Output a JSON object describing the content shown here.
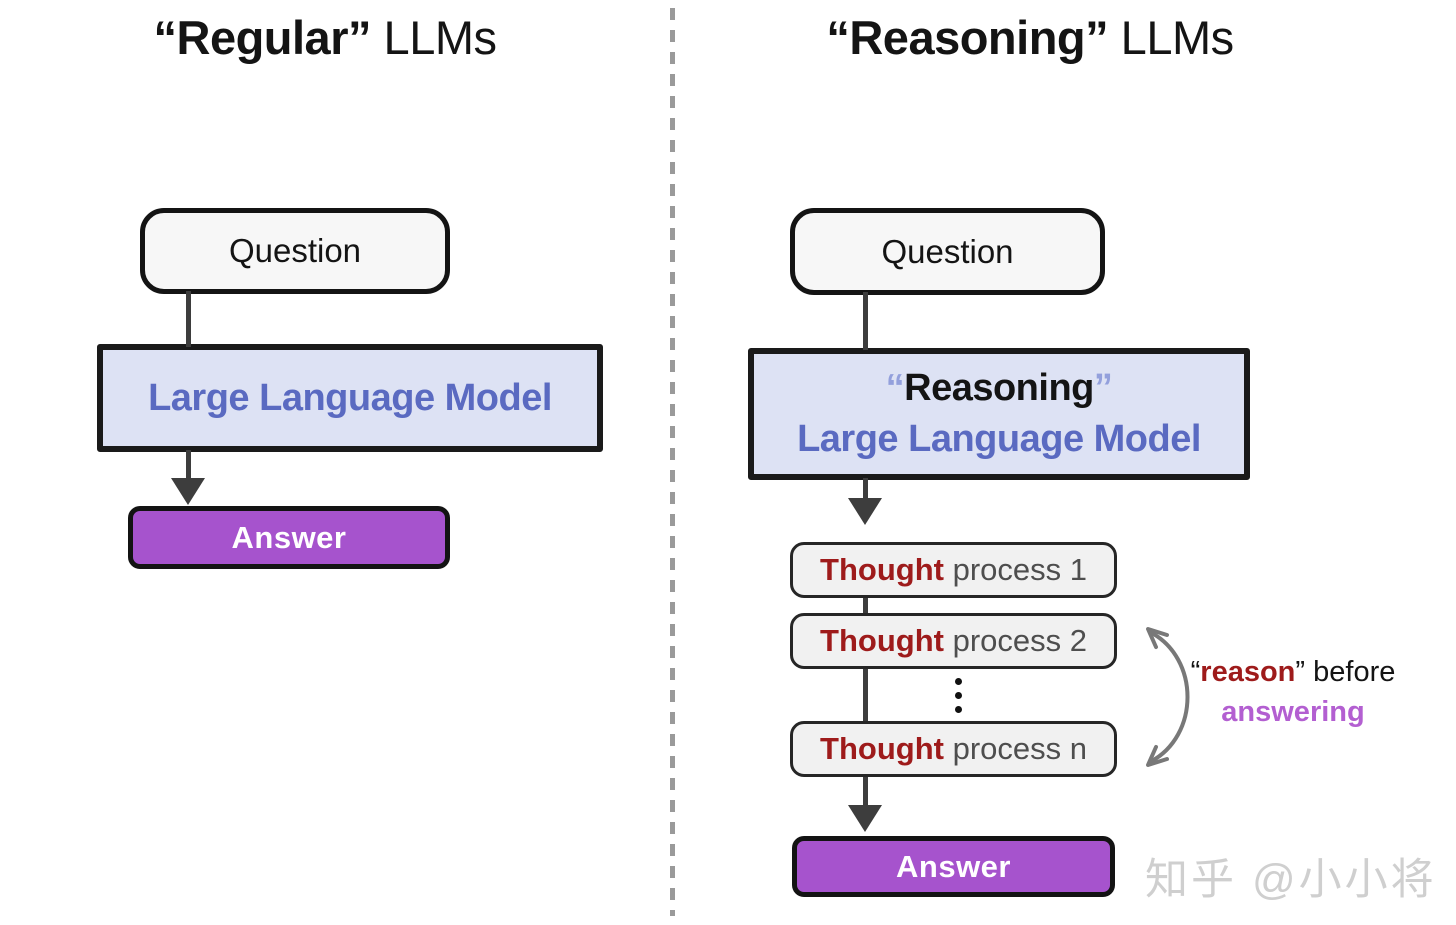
{
  "left": {
    "title_quoted": "“Regular”",
    "title_rest": " LLMs",
    "question_label": "Question",
    "llm_label": "Large Language Model",
    "answer_label": "Answer"
  },
  "right": {
    "title_quoted": "“Reasoning”",
    "title_rest": " LLMs",
    "question_label": "Question",
    "llm_open_quote": "“",
    "llm_line1": "Reasoning",
    "llm_close_quote": "”",
    "llm_line2": "Large Language Model",
    "thoughts": [
      {
        "bold": "Thought",
        "rest": " process 1"
      },
      {
        "bold": "Thought",
        "rest": " process 2"
      },
      {
        "bold": "Thought",
        "rest": " process n"
      }
    ],
    "answer_label": "Answer"
  },
  "annotation": {
    "open_quote": "“",
    "reason": "reason",
    "close_quote": "”",
    "before": " before",
    "answering": "answering"
  },
  "watermark": "知乎 @小小将",
  "colors": {
    "llm_fill": "#dde2f4",
    "llm_text": "#5a6ac1",
    "reasoning_quote": "#93a0dc",
    "answer_fill": "#a653cd",
    "thought_red": "#9e1b1b",
    "thought_gray": "#4e4e4e",
    "answering_purple": "#b35fd1",
    "arrow": "#3d3d3d",
    "divider": "#9a9a9a",
    "watermark": "#cfcfcf"
  }
}
